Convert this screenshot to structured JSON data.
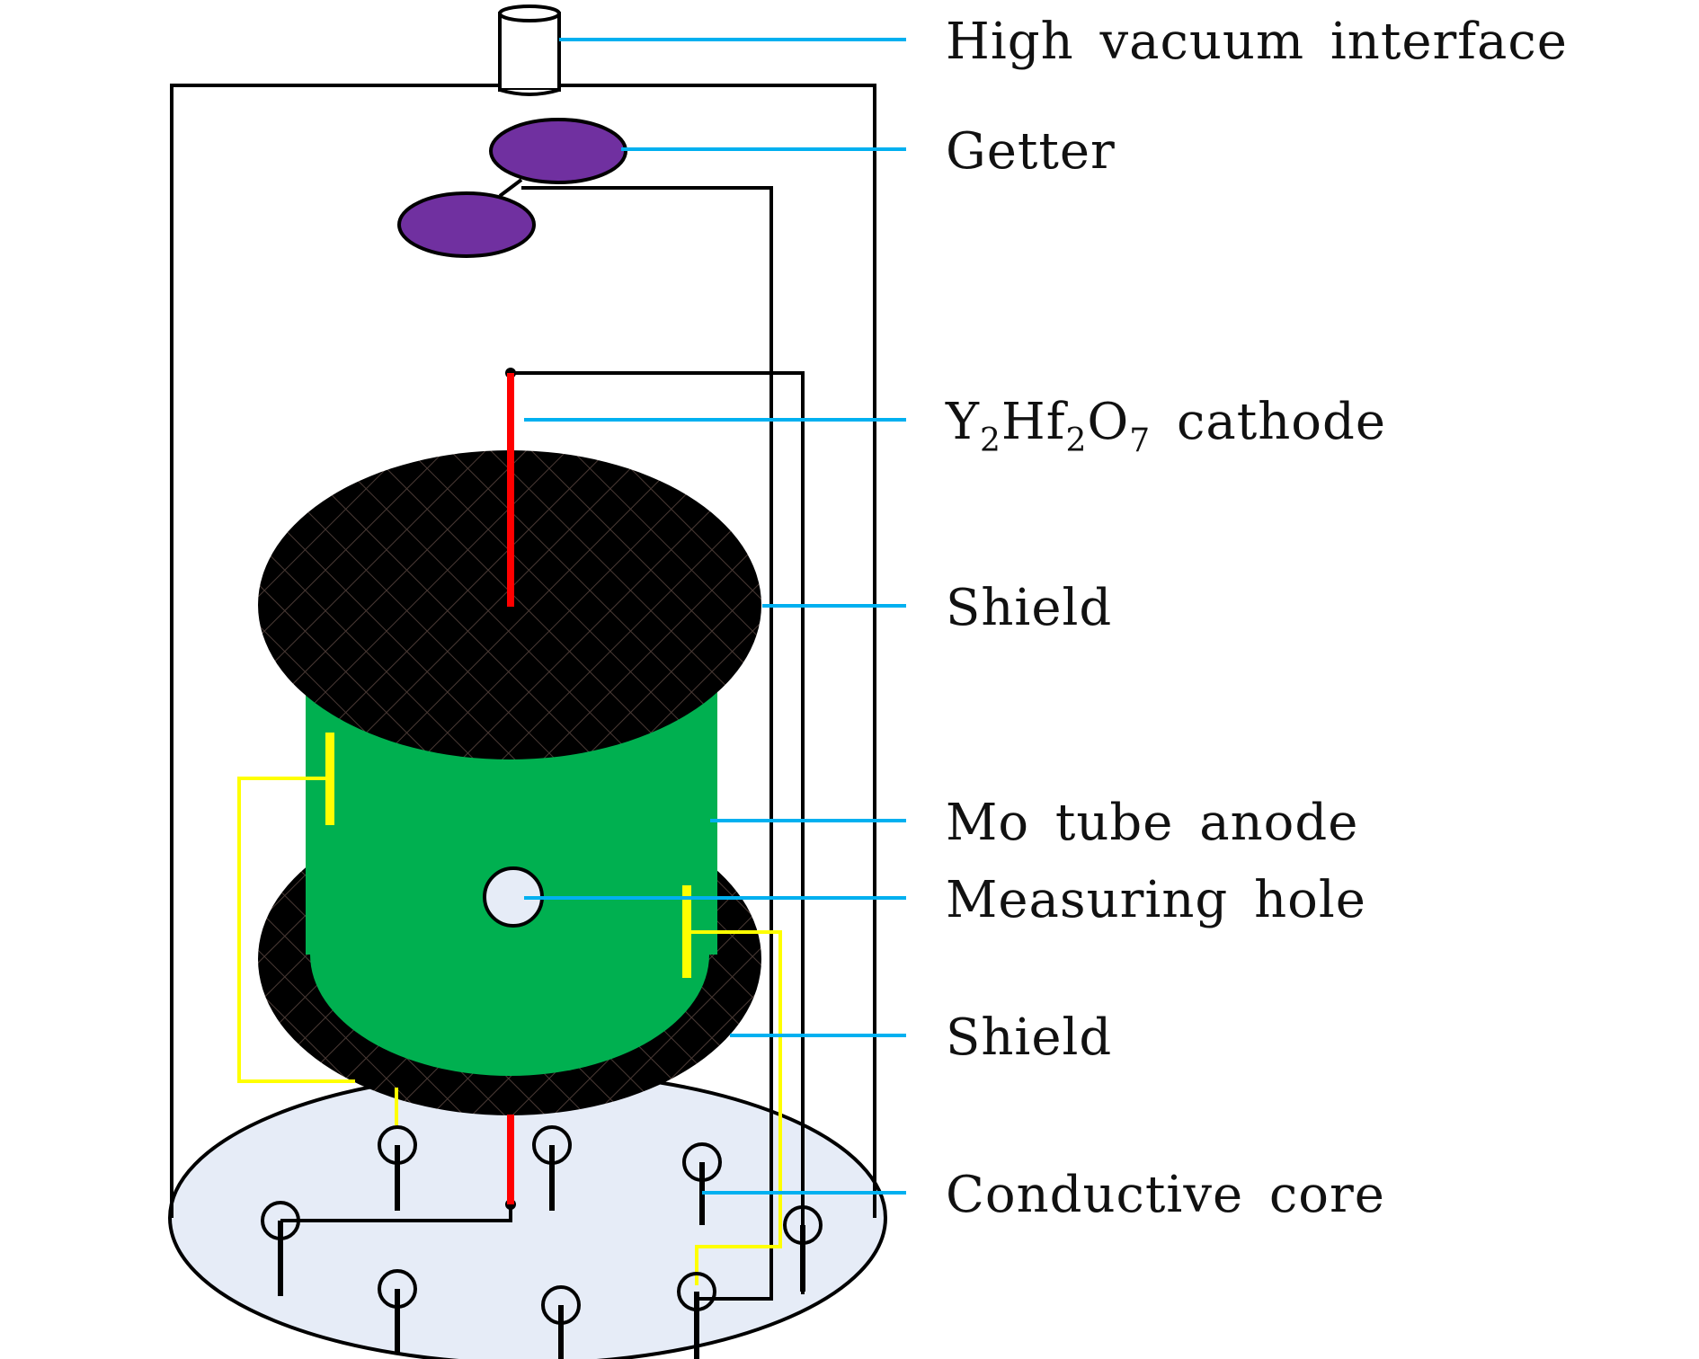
{
  "labels": {
    "high_vacuum_interface": "High vacuum interface",
    "getter": "Getter",
    "cathode": {
      "y": "Y",
      "sub1": "2",
      "hf": "Hf",
      "sub2": "2",
      "o": "O",
      "sub3": "7",
      "rest": " cathode"
    },
    "shield_top": "Shield",
    "anode": "Mo tube anode",
    "measuring_hole": "Measuring hole",
    "shield_bottom": "Shield",
    "conductive_core": "Conductive core"
  },
  "colors": {
    "getter": "#7030a0",
    "anode": "#00b050",
    "cathode_wire": "#ff0000",
    "connector_wire": "#ffff00",
    "leader_line": "#00b0f0",
    "base": "#e6ecf7",
    "hole": "#e6ecf7",
    "shield": "#000000",
    "outline": "#000000"
  }
}
